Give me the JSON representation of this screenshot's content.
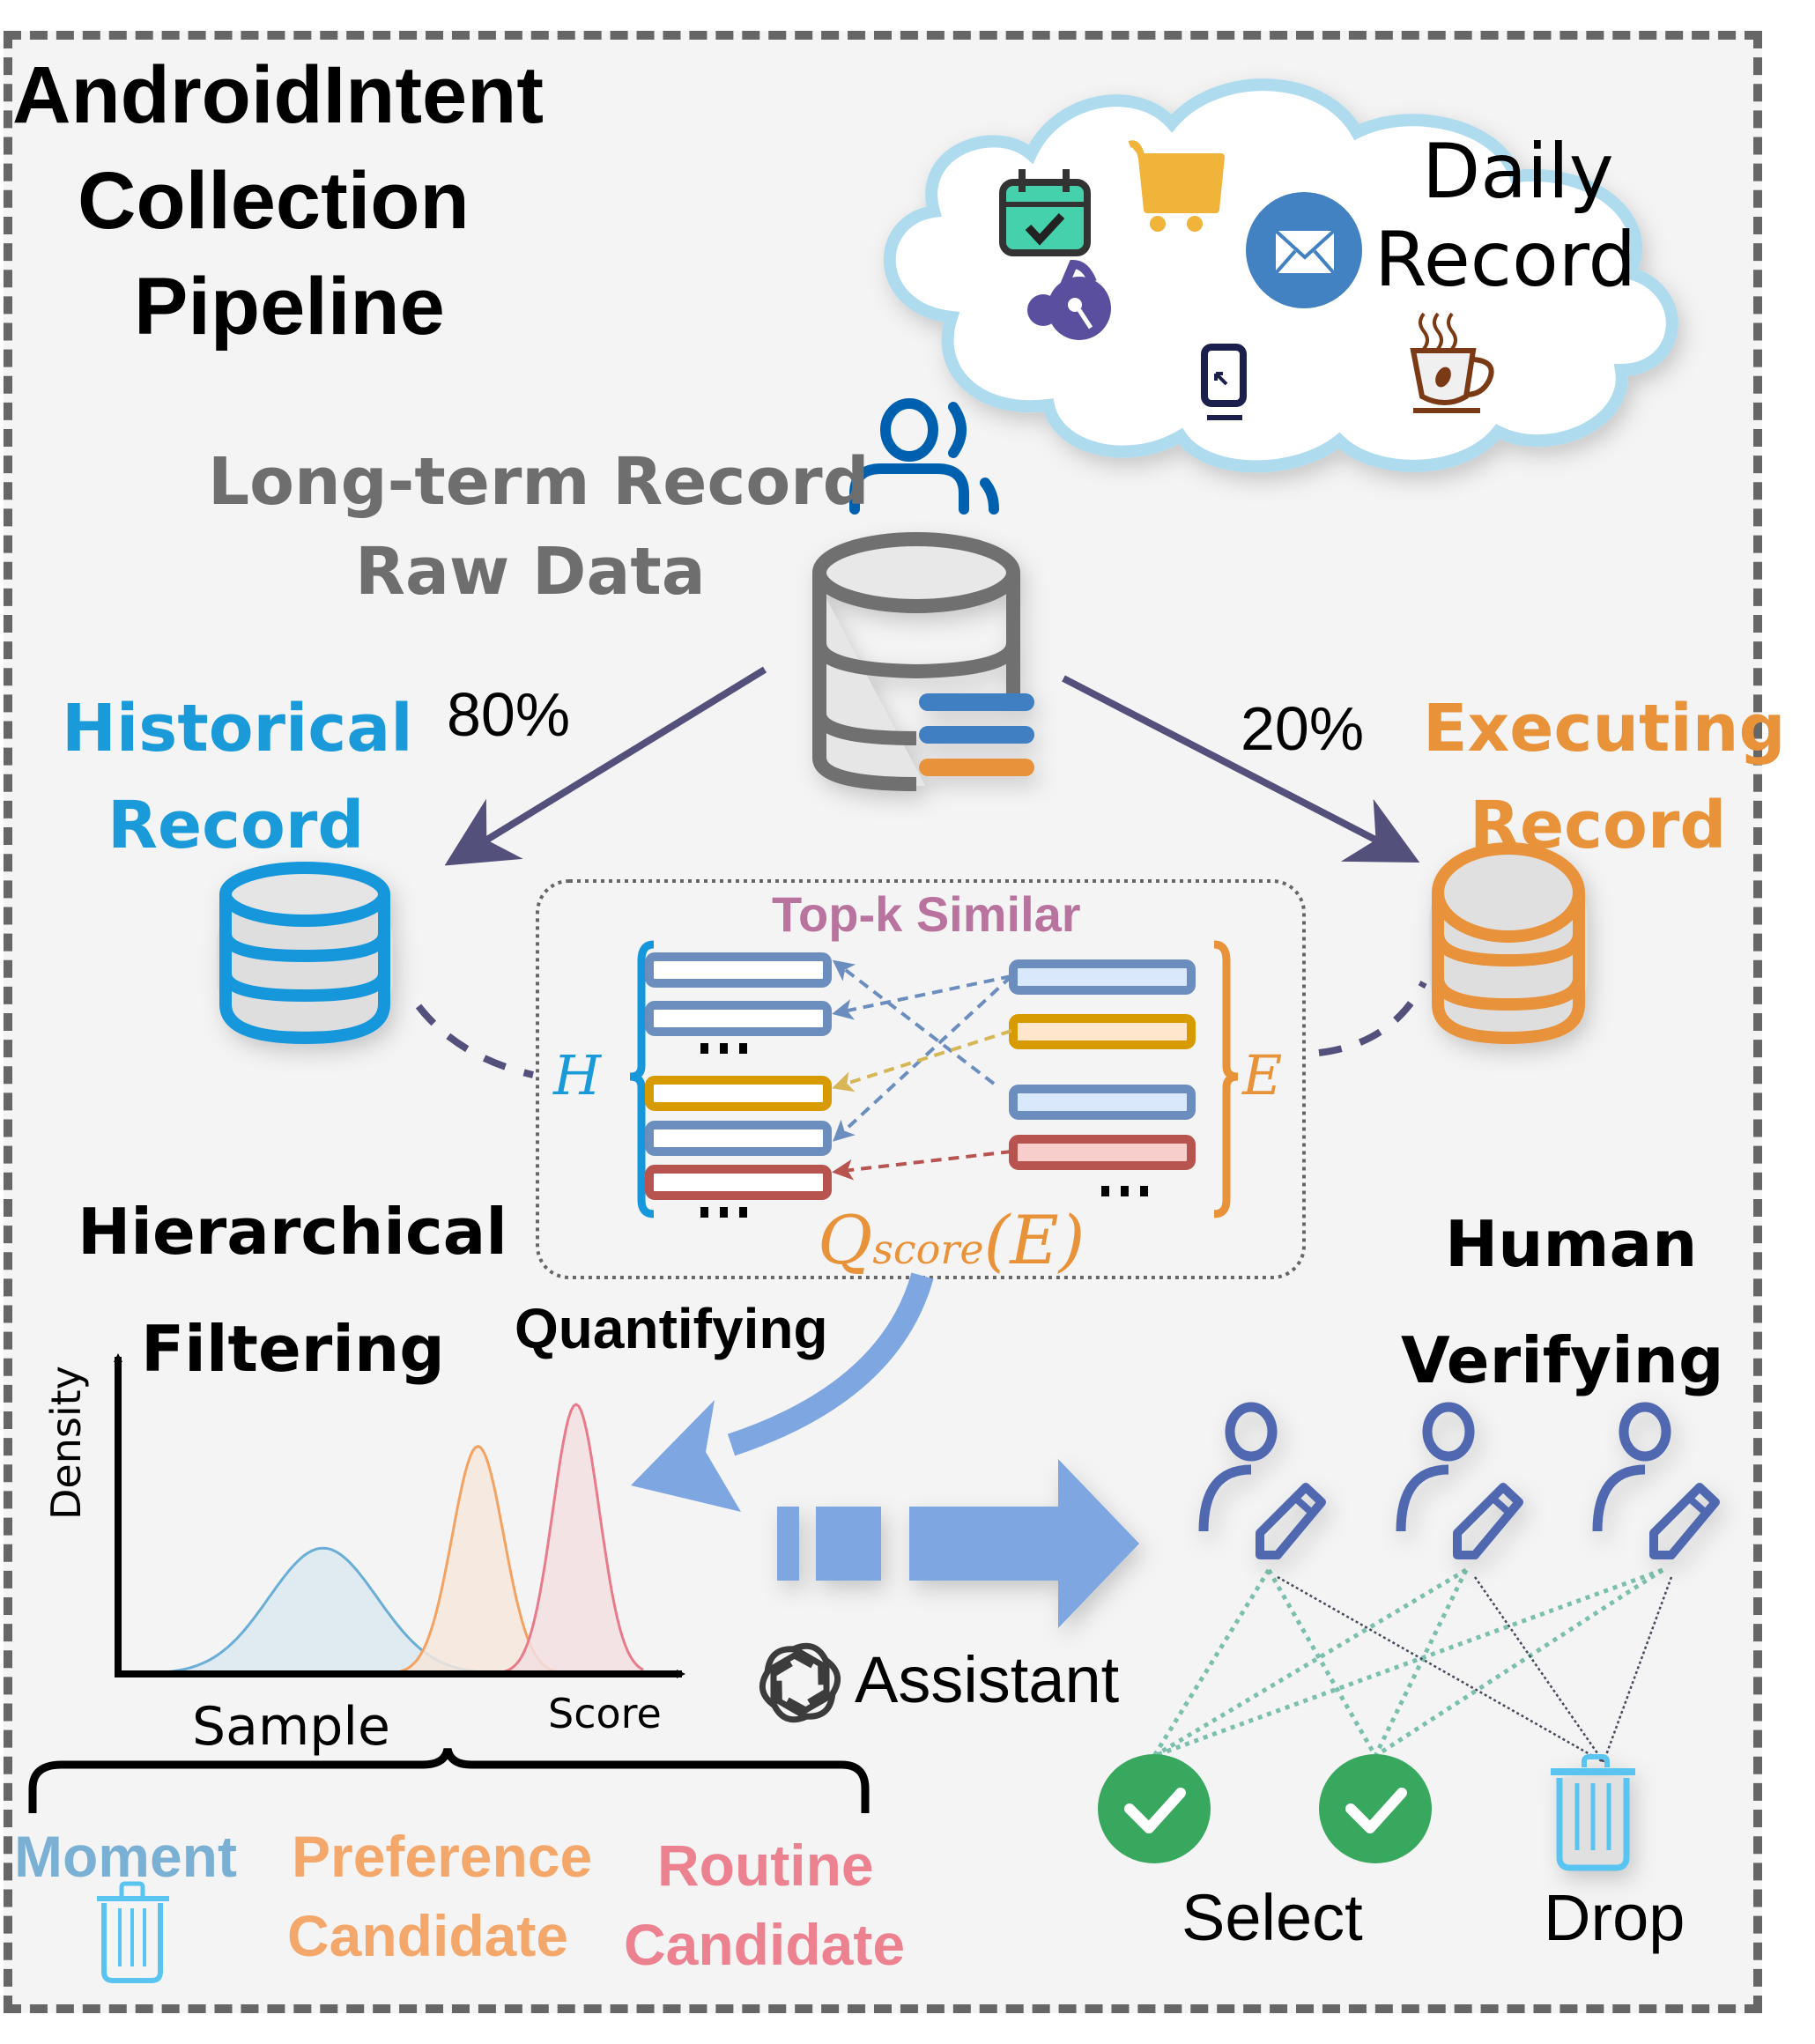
{
  "title": {
    "lines": [
      "AndroidIntent",
      "Collection",
      "Pipeline"
    ]
  },
  "cloud": {
    "label_lines": [
      "Daily",
      "Record"
    ],
    "icons": [
      "calendar-check-icon",
      "shopping-cart-icon",
      "mail-icon",
      "music-note-icon",
      "monitor-cursor-icon",
      "coffee-cup-icon"
    ]
  },
  "raw_data": {
    "label_lines": [
      "Long-term Record",
      "Raw Data"
    ],
    "icons": [
      "users-icon",
      "database-icon"
    ]
  },
  "split": {
    "historical_pct": "80%",
    "executing_pct": "20%"
  },
  "historical": {
    "label_lines": [
      "Historical",
      "Record"
    ],
    "color": "#1a9ad9"
  },
  "executing": {
    "label_lines": [
      "Executing",
      "Record"
    ],
    "color": "#e8923a"
  },
  "topk": {
    "title": "Top-k Similar",
    "title_color": "#b8749e",
    "h_symbol": "H",
    "e_symbol": "E",
    "ellipsis": "...",
    "score_main": "Q",
    "score_sub": "score",
    "score_arg": "(E)",
    "h_items": [
      "blue",
      "blue",
      "gap",
      "yellow",
      "blue",
      "red"
    ],
    "e_items": [
      "blue",
      "yellow",
      "blue",
      "red"
    ],
    "colors": {
      "blue": "#6c8ebf",
      "yellow": "#d79b00",
      "red": "#b85450",
      "blue_fill": "#dae8fc",
      "yellow_fill": "#ffe6cc",
      "red_fill": "#f8cecc"
    }
  },
  "stages": {
    "hierarchical": "Hierarchical",
    "filtering": "Filtering",
    "quantifying": "Quantifying",
    "human": "Human",
    "verifying": "Verifying"
  },
  "chart_data": {
    "type": "area",
    "title": "",
    "xlabel": "Score",
    "ylabel": "Density",
    "x_extra_label": "Sample",
    "xlim": [
      0,
      10
    ],
    "ylim": [
      0,
      1
    ],
    "grid": false,
    "series": [
      {
        "name": "Moment",
        "color": "#6aaed6",
        "fill": "#dce8f0",
        "mean": 3.8,
        "std": 1.05,
        "peak": 0.42
      },
      {
        "name": "Preference Candidate",
        "color": "#f4a261",
        "fill": "#f4e6dc",
        "mean": 6.8,
        "std": 0.5,
        "peak": 0.76
      },
      {
        "name": "Routine Candidate",
        "color": "#e87b8a",
        "fill": "#f2dfe2",
        "mean": 8.7,
        "std": 0.45,
        "peak": 0.9
      }
    ]
  },
  "categories": [
    {
      "lines": [
        "Moment"
      ],
      "color": "#7ab0d4"
    },
    {
      "lines": [
        "Preference",
        "Candidate"
      ],
      "color": "#f4a76b"
    },
    {
      "lines": [
        "Routine",
        "Candidate"
      ],
      "color": "#ec8290"
    }
  ],
  "assistant": {
    "label": "Assistant",
    "icon": "openai-logo-icon"
  },
  "verify": {
    "reviewers": 3,
    "select_label": "Select",
    "drop_label": "Drop",
    "select_color": "#38a85f",
    "drop_color": "#5ac4f0",
    "reviewer_color": "#4f67b0",
    "link_color": "#7bbfae"
  }
}
